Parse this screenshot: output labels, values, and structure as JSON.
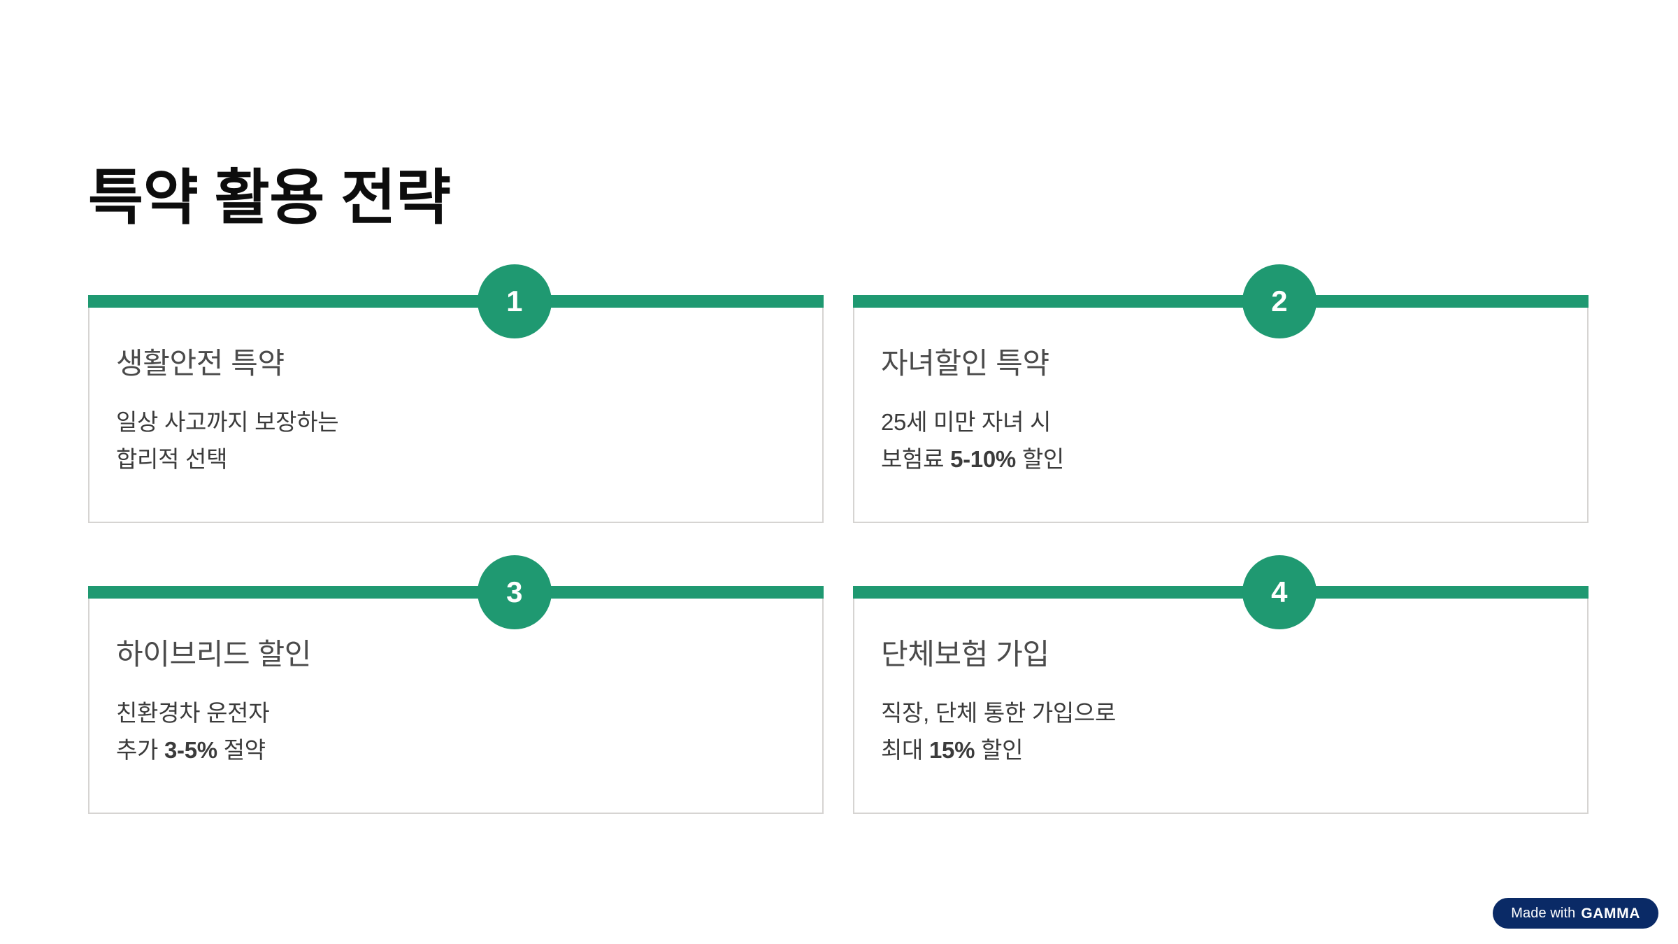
{
  "slide": {
    "title": "특약 활용 전략",
    "background_color": "#ffffff",
    "accent_color": "#1f9971",
    "title_color": "#0d0d0d",
    "card_title_color": "#4b4b4b",
    "card_body_color": "#3b3b3b",
    "card_border_color": "#d6d4d2"
  },
  "cards": [
    {
      "number": "1",
      "title": "생활안전 특약",
      "body_line1": "일상 사고까지 보장하는",
      "body_line2": "합리적 선택",
      "body": "일상 사고까지 보장하는\n합리적 선택"
    },
    {
      "number": "2",
      "title": "자녀할인 특약",
      "body_line1": "25세 미만 자녀 시",
      "body_line2": "보험료 5-10% 할인",
      "body": "25세 미만 자녀 시\n보험료 5-10% 할인",
      "emphasis": "5-10%"
    },
    {
      "number": "3",
      "title": "하이브리드 할인",
      "body_line1": "친환경차 운전자",
      "body_line2": "추가 3-5% 절약",
      "body": "친환경차 운전자\n추가 3-5% 절약",
      "emphasis": "3-5%"
    },
    {
      "number": "4",
      "title": "단체보험 가입",
      "body_line1": "직장, 단체 통한 가입으로",
      "body_line2": "최대 15% 할인",
      "body": "직장, 단체 통한 가입으로\n최대 15% 할인",
      "emphasis": "15%"
    }
  ],
  "footer_badge": {
    "prefix": "Made with",
    "brand": "GAMMA",
    "background_color": "#0a2a66",
    "text_color": "#ffffff"
  }
}
